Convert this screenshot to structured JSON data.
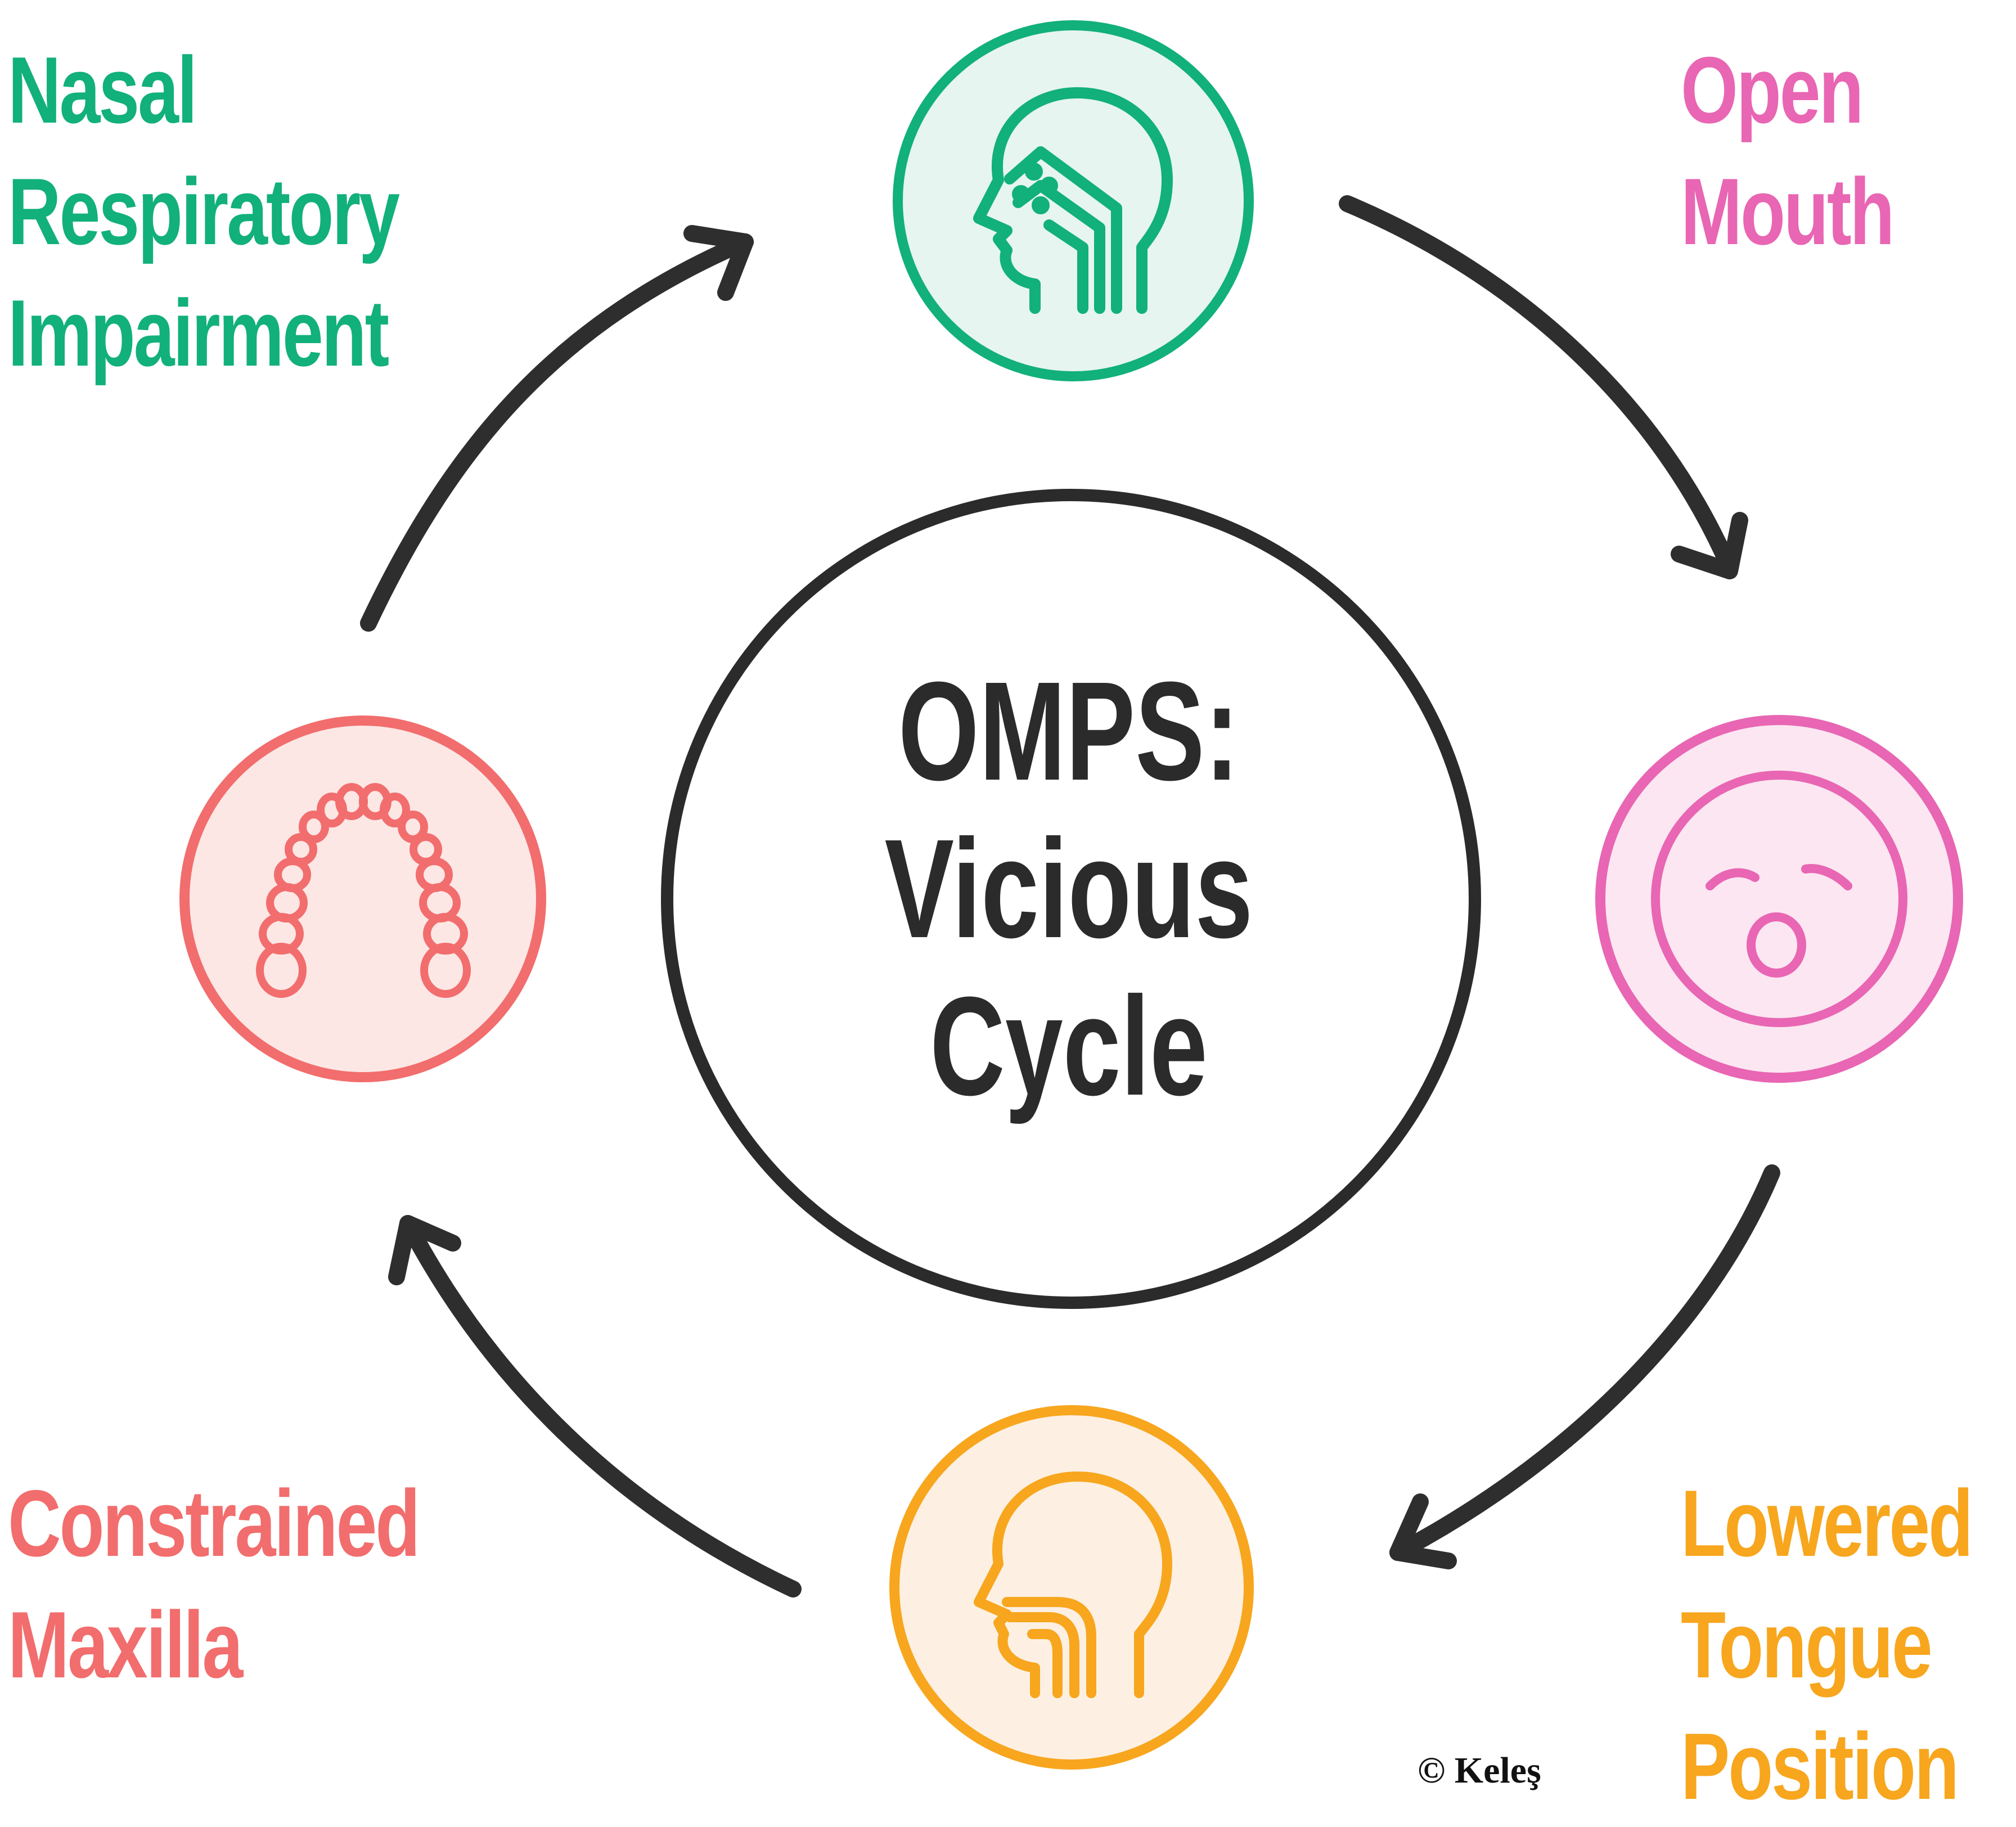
{
  "center": {
    "line1": "OMPS:",
    "line2": "Vicious",
    "line3": "Cycle"
  },
  "stages": {
    "nasal": {
      "lines": [
        "Nasal",
        "Respiratory",
        "Impairment"
      ],
      "color": "#12b07a",
      "fill": "#e6f5ef",
      "icon": "nasal-airway-head-icon"
    },
    "open_mouth": {
      "lines": [
        "Open",
        "Mouth"
      ],
      "color": "#e866b3",
      "fill": "#fce6f1",
      "icon": "open-mouth-face-icon"
    },
    "lowered_tongue": {
      "lines": [
        "Lowered",
        "Tongue",
        "Position"
      ],
      "color": "#f7a61e",
      "fill": "#fdf0e2",
      "icon": "tongue-head-profile-icon"
    },
    "constrained_maxilla": {
      "lines": [
        "Constrained",
        "Maxilla"
      ],
      "color": "#f26d6d",
      "fill": "#fce7e5",
      "icon": "dental-arch-icon"
    }
  },
  "arrow_color": "#2e2e2e",
  "copyright": "© Keleş"
}
